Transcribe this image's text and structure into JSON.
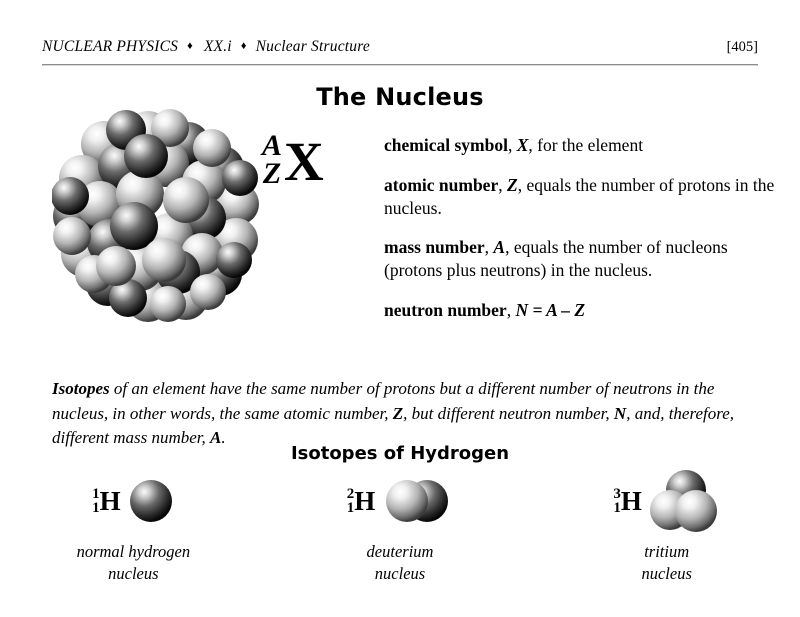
{
  "running_head": {
    "book_section": "NUCLEAR PHYSICS",
    "separator": "♦",
    "chapter": "XX.i",
    "topic": "Nuclear Structure",
    "page_number": "[405]"
  },
  "page_title": "The Nucleus",
  "nuclide_symbol": {
    "mass_number": "A",
    "atomic_number": "Z",
    "element_symbol": "X"
  },
  "definitions": [
    {
      "term": "chemical symbol",
      "comma": ",",
      "variable": "X",
      "rest": ", for the element"
    },
    {
      "term": "atomic number",
      "comma": ",",
      "variable": "Z",
      "rest": ", equals the number of protons in the nucleus."
    },
    {
      "term": "mass number",
      "comma": ",",
      "variable": "A",
      "rest": ", equals the number of nucleons (protons plus neutrons) in the nucleus."
    },
    {
      "term": "neutron number",
      "comma": ",",
      "equation": "N = A – Z",
      "rest": ""
    }
  ],
  "isotopes_paragraph": {
    "lead": "Isotopes",
    "part1": " of an element have the same number of protons but a different number of neutrons in the nucleus, in other words, the same atomic number, ",
    "var1": "Z",
    "part2": ", but different neutron number, ",
    "var2": "N",
    "part3": ", and, therefore, different mass number, ",
    "var3": "A",
    "part4": "."
  },
  "section_title": "Isotopes of Hydrogen",
  "isotopes": [
    {
      "mass_number": "1",
      "atomic_number": "1",
      "symbol": "H",
      "caption_line1": "normal hydrogen",
      "caption_line2": "nucleus",
      "particle_count": 1
    },
    {
      "mass_number": "2",
      "atomic_number": "1",
      "symbol": "H",
      "caption_line1": "deuterium",
      "caption_line2": "nucleus",
      "particle_count": 2
    },
    {
      "mass_number": "3",
      "atomic_number": "1",
      "symbol": "H",
      "caption_line1": "tritium",
      "caption_line2": "nucleus",
      "particle_count": 3
    }
  ],
  "colors": {
    "text": "#000000",
    "background": "#ffffff",
    "rule": "#8d8d8d",
    "proton_light": "#f2f2f2",
    "neutron_dark": "#4a4a4a"
  }
}
